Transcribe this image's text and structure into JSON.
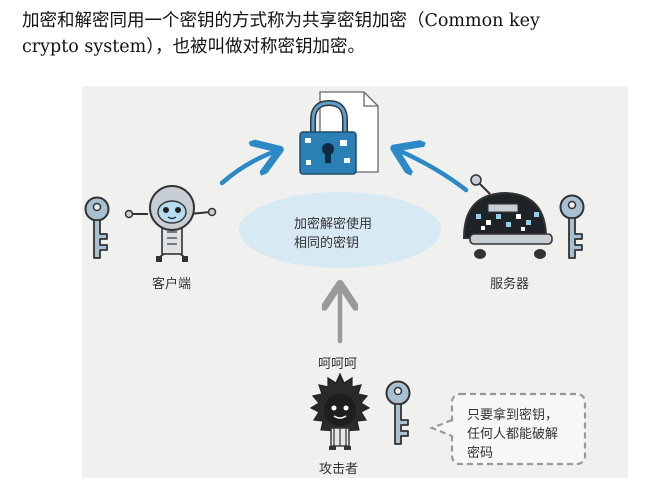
{
  "intro": {
    "line1": "加密和解密同用一个密钥的方式称为共享密钥加密（Common key",
    "line2": "crypto system），也被叫做对称密钥加密。"
  },
  "diagram": {
    "bubble_line1": "加密解密使用",
    "bubble_line2": "相同的密钥",
    "client_label": "客户端",
    "server_label": "服务器",
    "snicker_label": "呵呵呵",
    "attacker_label": "攻击者",
    "callout_line1": "只要拿到密钥，",
    "callout_line2": "任何人都能破解",
    "callout_line3": "密码"
  },
  "colors": {
    "panel": "#f0f0ee",
    "bubble": "#d7e9f3",
    "arrow_blue": "#2b8ac6",
    "arrow_gray": "#9a9a9a",
    "key_fill": "#a7c0d2",
    "lock_fill": "#2a7fb5",
    "outline": "#333333",
    "callout_border": "#999999"
  }
}
